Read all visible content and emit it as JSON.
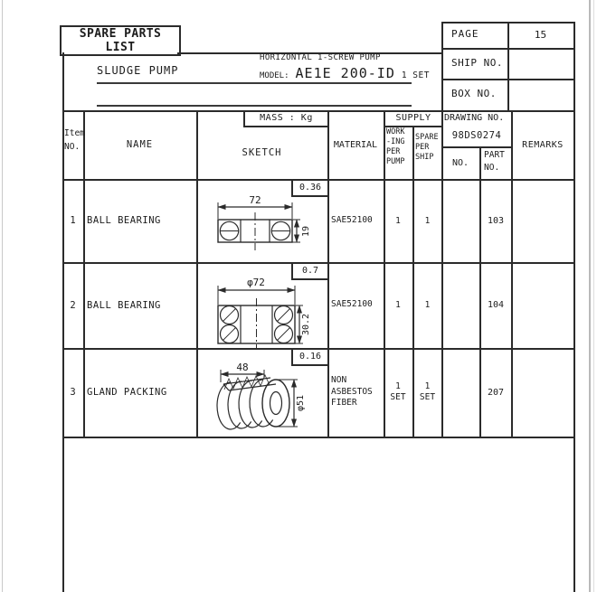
{
  "page": {
    "title": "SPARE PARTS LIST",
    "page_label": "PAGE",
    "page_value": "15",
    "ship_label": "SHIP NO.",
    "ship_value": "",
    "box_label": "BOX NO.",
    "box_value": "",
    "drawing_label": "DRAWING NO.",
    "drawing_value": "98DS0274"
  },
  "header": {
    "pump_name": "SLUDGE PUMP",
    "pump_type": "HORIZONTAL 1-SCREW PUMP",
    "model_label": "MODEL:",
    "model_value": "AE1E 200-ID",
    "model_suffix": "1 SET"
  },
  "table": {
    "headers": {
      "item1": "Item",
      "item2": "NO.",
      "name": "NAME",
      "sketch": "SKETCH",
      "mass": "MASS : Kg",
      "material": "MATERIAL",
      "supply": "SUPPLY",
      "work": [
        "WORK",
        "-ING",
        "PER",
        "PUMP"
      ],
      "spare": [
        "SPARE",
        "PER",
        "SHIP"
      ],
      "no": "NO.",
      "part1": "PART",
      "part2": "NO.",
      "remarks": "REMARKS"
    },
    "rows": [
      {
        "item": "1",
        "name": "BALL BEARING",
        "mass": "0.36",
        "material": "SAE52100",
        "work_per_pump": "1",
        "spare_per_ship": "1",
        "no": "",
        "part_no": "103",
        "remarks": "",
        "sketch": {
          "width_dim": "72",
          "height_dim": "19"
        }
      },
      {
        "item": "2",
        "name": "BALL BEARING",
        "mass": "0.7",
        "material": "SAE52100",
        "work_per_pump": "1",
        "spare_per_ship": "1",
        "no": "",
        "part_no": "104",
        "remarks": "",
        "sketch": {
          "width_dim": "φ72",
          "height_dim": "30.2"
        }
      },
      {
        "item": "3",
        "name": "GLAND PACKING",
        "mass": "0.16",
        "material": "NON ASBESTOS FIBER",
        "work_per_pump": "1 SET",
        "spare_per_ship": "1 SET",
        "no": "",
        "part_no": "207",
        "remarks": "",
        "sketch": {
          "width_dim": "48",
          "height_dim": "φ51"
        }
      }
    ]
  }
}
